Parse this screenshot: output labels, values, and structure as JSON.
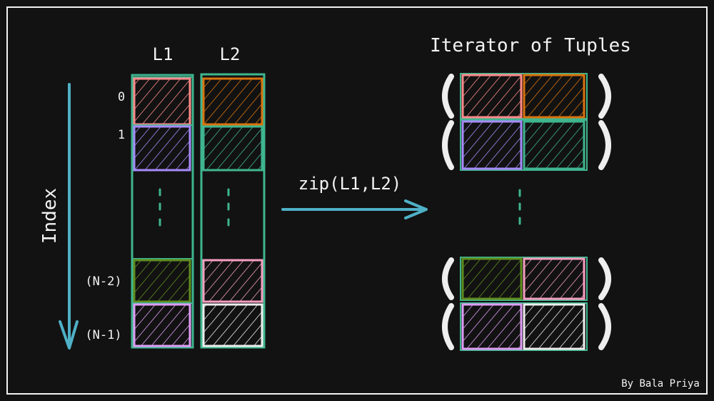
{
  "title": "Iterator of Tuples",
  "lists": [
    "L1",
    "L2"
  ],
  "index_label": "Index",
  "index_ticks": [
    "0",
    "1",
    "(N-2)",
    "(N-1)"
  ],
  "operation": "zip(L1,L2)",
  "credit": "By Bala Priya",
  "colors": {
    "background": "#121212",
    "frame": "#3fb58f",
    "arrow": "#4fb0c6",
    "paren": "#eeeeee"
  },
  "rows": [
    {
      "index": "0",
      "l1_color": "#ff8a8a",
      "l2_color": "#d9730d"
    },
    {
      "index": "1",
      "l1_color": "#a78bfa",
      "l2_color": "#3fb58f"
    },
    {
      "index": "(N-2)",
      "l1_color": "#5f8d1e",
      "l2_color": "#f59ec0"
    },
    {
      "index": "(N-1)",
      "l1_color": "#e09df5",
      "l2_color": "#eeeeee"
    }
  ]
}
